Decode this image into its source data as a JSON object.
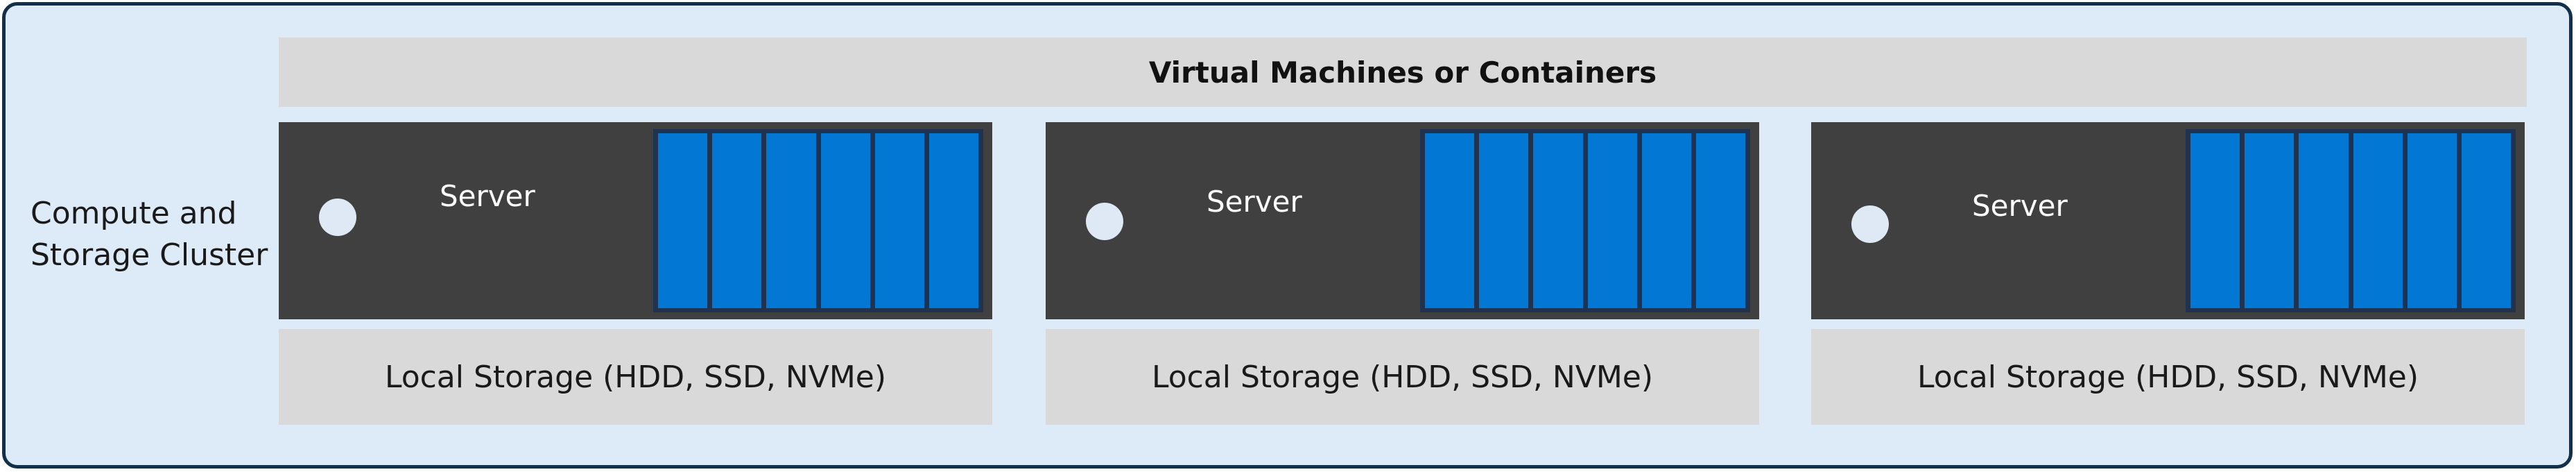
{
  "cluster": {
    "label_line1": "Compute and",
    "label_line2": "Storage Cluster"
  },
  "vm_bar": {
    "label": "Virtual Machines or Containers"
  },
  "servers": [
    {
      "label": "Server",
      "drive_count": 6
    },
    {
      "label": "Server",
      "drive_count": 6
    },
    {
      "label": "Server",
      "drive_count": 6
    }
  ],
  "storage": [
    {
      "label": "Local Storage (HDD, SSD, NVMe)"
    },
    {
      "label": "Local Storage (HDD, SSD, NVMe)"
    },
    {
      "label": "Local Storage (HDD, SSD, NVMe)"
    }
  ],
  "colors": {
    "cluster_background": "#ddeaf7",
    "cluster_border": "#13304a",
    "bar_gray": "#d9d9d9",
    "server_body": "#404040",
    "drive_blue": "#0277d4",
    "drive_bay": "#1f3350"
  }
}
